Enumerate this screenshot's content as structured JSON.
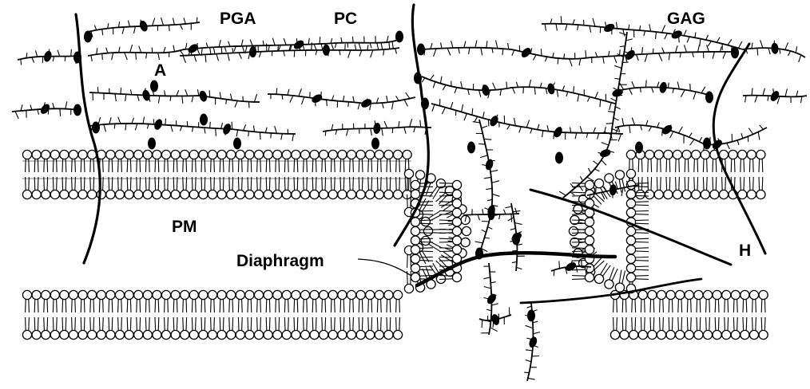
{
  "labels": {
    "pga": "PGA",
    "pc": "PC",
    "gag": "GAG",
    "a": "A",
    "pm": "PM",
    "diaphragm": "Diaphragm",
    "h": "H"
  },
  "colors": {
    "ink": "#000000",
    "background": "#ffffff"
  }
}
